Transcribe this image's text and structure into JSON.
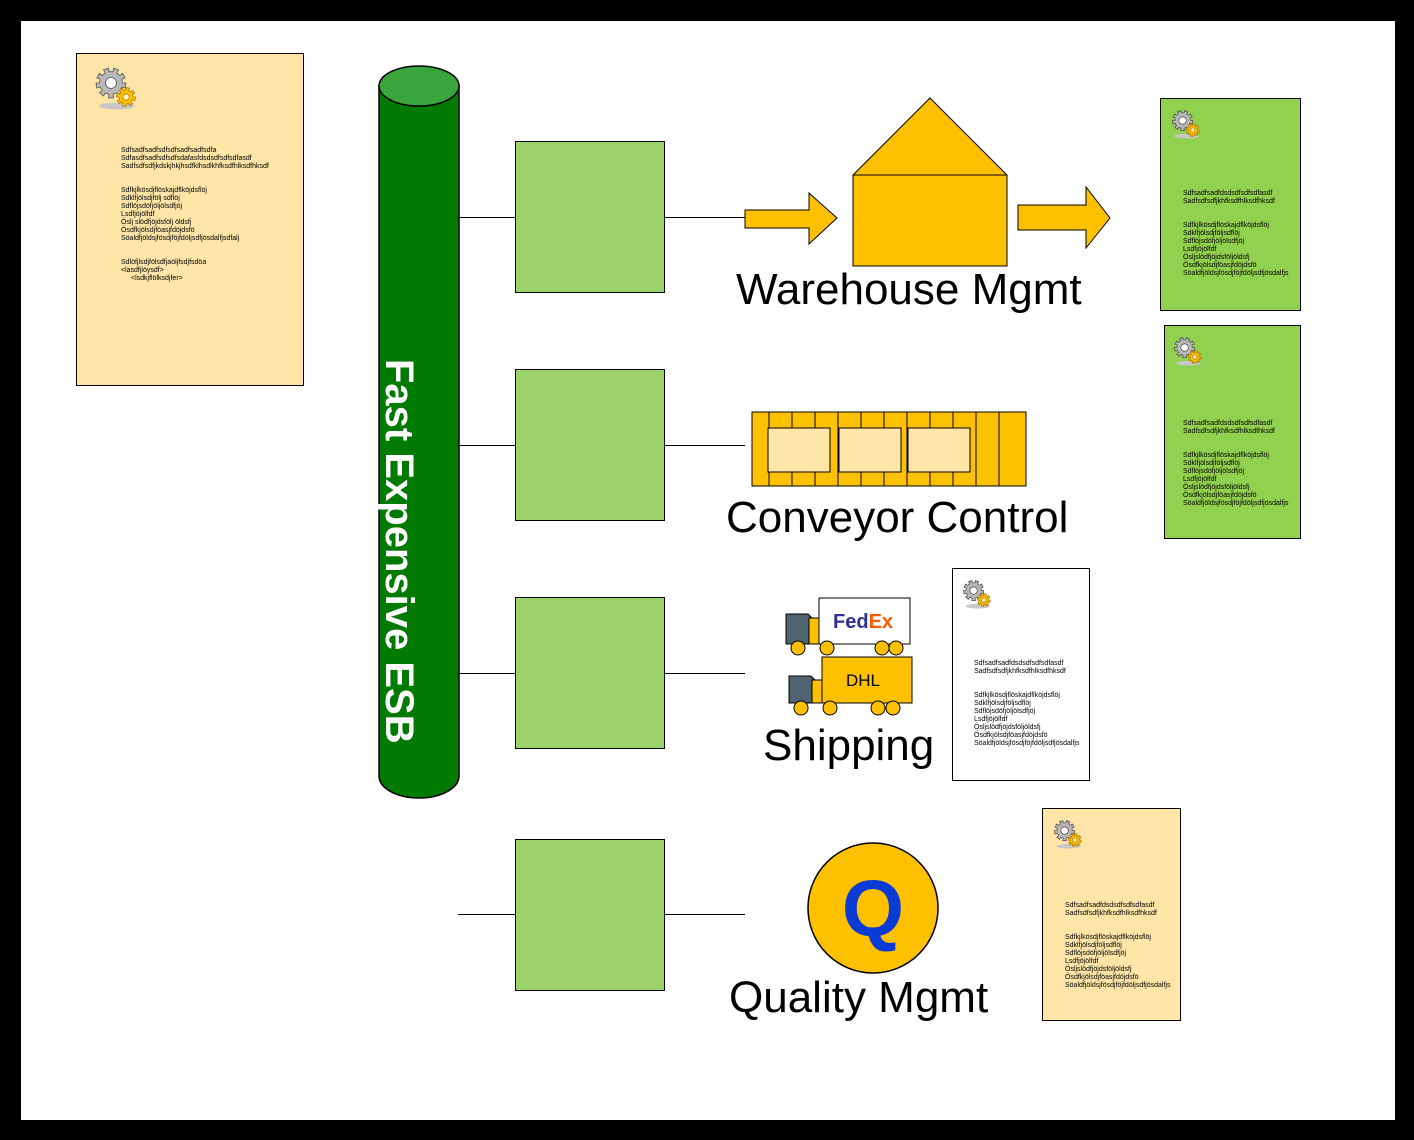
{
  "esb": {
    "label": "Fast Expensive ESB",
    "color": "#007a00"
  },
  "systems": [
    {
      "name": "Warehouse Mgmt"
    },
    {
      "name": "Conveyor Control"
    },
    {
      "name": "Shipping"
    },
    {
      "name": "Quality Mgmt"
    }
  ],
  "shipping": {
    "carrier1_a": "Fed",
    "carrier1_b": "Ex",
    "carrier2": "DHL"
  },
  "quality": {
    "symbol": "Q"
  },
  "source_doc": {
    "head": [
      "Sdfsadfsadfsdfsdfsadfsadfsdfa",
      "Sdfasdfsadfsdfsdfsdafasfdsdsdfsdfsdfasdf",
      "Sadfsdfsdfjkdskjhkjhsdfklhsdlkhfksdfhlksdfhksdf"
    ],
    "body": [
      "Sdfkjlkösdjflöskajdflköjdsflöj",
      "Sdklfjölsdjfölj sdflöj",
      "Sdflöjsdöfjöljölsdfjöj",
      "Lsdfjöjölfdf",
      "Öslj slödfjöjdsfölj öldsfj",
      "Ösdfkjölsdjföasjfdöjdsfö",
      "Söaldfjöldsjfösdjföjfdöljsdfjösdalfjsdfalj"
    ],
    "tail": [
      "Sdlöfjlsdjfölsdfjaöljfsdjfsdöa",
      "<lasdfjlöysdf>",
      "<lsdkjflölksdjfer>"
    ]
  },
  "target_doc": {
    "head": [
      "Sdfsadfsadfdsdsdfsdfsdfasdf",
      "Sadfsdfsdfjkhfksdfhlksdfhksdf"
    ],
    "body": [
      "Sdfkjlkösdjflöskajdflköjdsflöj",
      "Sdklfjölsdjföljsdflöj",
      "Sdflöjsdöfjöljölsdfjöj",
      "Lsdfjöjölfdf",
      "Ösljslödfjöjdsföljöldsfj",
      "Ösdfkjölsdjföasjfdöjdsfö",
      "Söaldfjöldsjfösdjföjfdöljsdfjösdalfjs"
    ]
  },
  "colors": {
    "accent": "#ffc000",
    "adapter": "#9bd36a",
    "doc_pale": "#ffe6a8",
    "doc_green": "#92d050",
    "fedex_fed": "#2e3192",
    "fedex_ex": "#ff5a00",
    "quality_q": "#0b3bd6"
  }
}
